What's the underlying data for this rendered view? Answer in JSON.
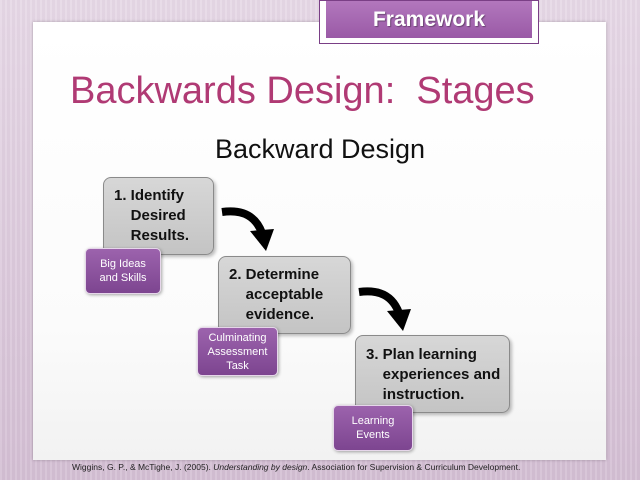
{
  "header": {
    "framework_label": "Framework"
  },
  "slide": {
    "title": "Backwards Design:  Stages",
    "diagram_title": "Backward Design"
  },
  "stages": [
    {
      "lines": [
        "1. Identify",
        "    Desired",
        "    Results."
      ]
    },
    {
      "lines": [
        "2. Determine",
        "    acceptable",
        "    evidence."
      ]
    },
    {
      "lines": [
        "3. Plan learning",
        "    experiences and",
        "    instruction."
      ]
    }
  ],
  "tags": [
    {
      "lines": [
        "Big Ideas",
        "and Skills"
      ]
    },
    {
      "lines": [
        "Culminating",
        "Assessment",
        "Task"
      ]
    },
    {
      "lines": [
        "Learning",
        "Events"
      ]
    }
  ],
  "citation": {
    "prefix": "Wiggins, G. P., & McTighe, J. (2005). ",
    "title": "Understanding by design",
    "suffix": ". Association for Supervision & Curriculum Development."
  },
  "colors": {
    "title": "#b03a74",
    "tab": "#9a5aa6",
    "tag": "#7d4590",
    "stage": "#c4c4c4"
  }
}
